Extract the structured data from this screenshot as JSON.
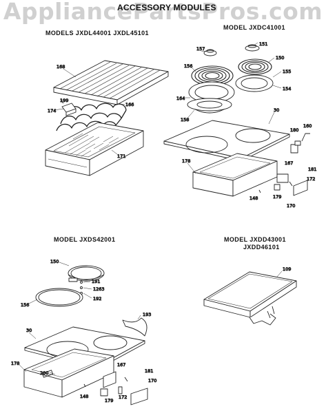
{
  "watermark": "AppliancePartsPros.com",
  "page_title": "ACCESSORY MODULES",
  "sections": {
    "grill": {
      "model_label": "MODELS JXDL44001 JXDL45101"
    },
    "coil": {
      "model_label": "MODEL JXDC41001"
    },
    "radiant": {
      "model_label": "MODEL JXDS42001"
    },
    "griddle": {
      "model_line1": "MODEL JXDD43001",
      "model_line2": "JXDD46101"
    }
  },
  "part_numbers": {
    "grill_rack": "168",
    "grill_clip": "199",
    "grill_element": "166",
    "grill_terminal": "174",
    "grill_pan": "171",
    "coil_small": "157",
    "coil_small_b": "151",
    "coil_large": "156",
    "coil_large_b": "150",
    "coil_pan": "155",
    "coil_ring": "154",
    "coil_bowl": "164",
    "coil_bowl_b": "158",
    "coil_top": "30",
    "coil_block": "180",
    "coil_cord": "160",
    "coil_frame": "178",
    "coil_bracket": "167",
    "coil_screw": "181",
    "coil_clip": "172",
    "coil_spring": "179",
    "coil_bolt": "148",
    "coil_plug": "170",
    "rad_element": "150",
    "rad_a": "191",
    "rad_b": "1263",
    "rad_c": "192",
    "rad_glass": "156",
    "rad_handle": "193",
    "rad_top": "30",
    "rad_frame": "178",
    "rad_bracket": "167",
    "rad_screw": "181",
    "rad_label": "200",
    "rad_spring": "179",
    "rad_clip": "172",
    "rad_plug": "170",
    "rad_bolt": "148",
    "griddle_plate": "109"
  }
}
